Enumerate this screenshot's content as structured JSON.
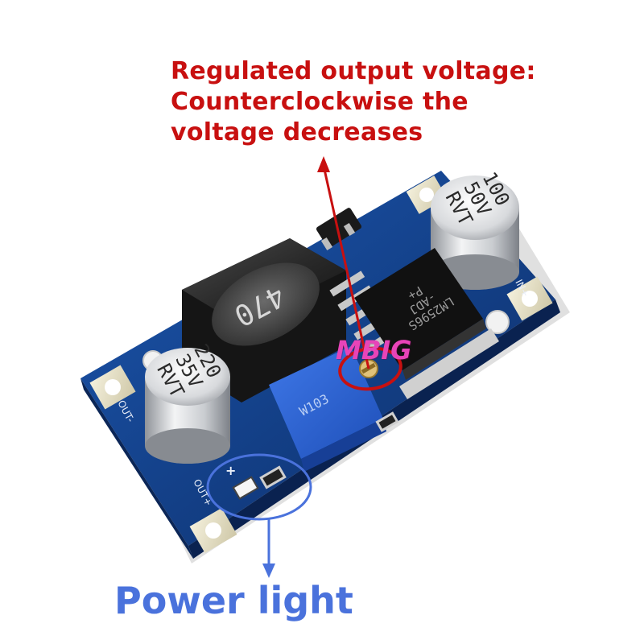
{
  "annotation_top": {
    "lines": [
      "Regulated output voltage:",
      "Counterclockwise the",
      "voltage decreases"
    ],
    "color": "#c81010"
  },
  "annotation_bottom": {
    "text": "Power light",
    "color": "#4a72dc"
  },
  "watermark": {
    "text": "MBIG",
    "color": "#e844b8"
  },
  "board": {
    "pcb_color": "#133f86",
    "inductor_marking": "470",
    "cap_large_lines": [
      "100",
      "50V",
      "RVT"
    ],
    "cap_small_lines": [
      "220",
      "35V",
      "RVT"
    ],
    "chip_lines": [
      "LM2596S",
      "-ADJ",
      "P+"
    ],
    "pot_marking": "W103",
    "silkscreen": {
      "in_plus": "IN+",
      "out_minus": "OUT-",
      "out_plus": "OUT+",
      "plus": "+"
    }
  },
  "icons": {
    "up_arrow": "arrow-up-icon",
    "down_arrow": "arrow-down-icon"
  }
}
